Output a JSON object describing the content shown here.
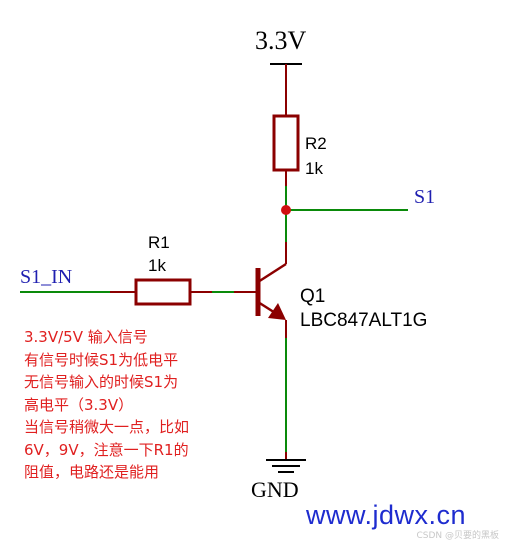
{
  "labels": {
    "vcc": "3.3V",
    "gnd": "GND",
    "r2_ref": "R2",
    "r2_val": "1k",
    "r1_ref": "R1",
    "r1_val": "1k",
    "q1_ref": "Q1",
    "q1_part": "LBC847ALT1G",
    "net_out": "S1",
    "net_in": "S1_IN"
  },
  "note_lines": [
    "3.3V/5V 输入信号",
    "有信号时候S1为低电平",
    "无信号输入的时候S1为",
    "高电平（3.3V）",
    "当信号稍微大一点，比如",
    "6V，9V，注意一下R1的",
    "阻值，电路还是能用"
  ],
  "watermark": "www.jdwx.cn",
  "csdn_mark": "CSDN @贝要的黑板",
  "colors": {
    "wire": "#0a8a0a",
    "component": "#8b0000",
    "junction": "#d01010",
    "net_label": "#1f1fb0",
    "text": "#000000",
    "note": "#e02020",
    "watermark": "#1e2ccf"
  }
}
